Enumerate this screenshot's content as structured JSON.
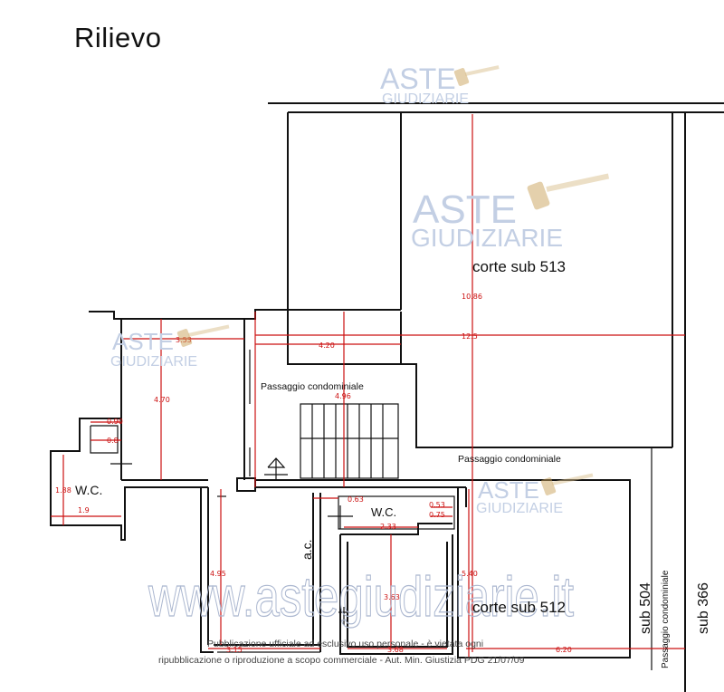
{
  "title": "Rilievo",
  "watermark": {
    "line1": "ASTE",
    "line2": "GIUDIZIARIE",
    "site": "www.astegiudiziarie.it"
  },
  "labels": {
    "corte_513": "corte  sub 513",
    "corte_512": "corte  sub 512",
    "passaggio_1": "Passaggio condominiale",
    "passaggio_2": "Passaggio condominiale",
    "passaggio_vertical": "Passaggio condominiale",
    "wc_left": "W.C.",
    "wc_center": "W.C.",
    "ac": "a.c.",
    "sub_504": "sub 504",
    "sub_366": "sub 366"
  },
  "dimensions": {
    "d1086": "10.86",
    "d125": "12.5",
    "d420": "4.20",
    "d353": "3.53",
    "d470": "4.70",
    "d496": "4.96",
    "d090": "0.90",
    "d08": "0.8",
    "d188": "1.88",
    "d19": "1.9",
    "d063": "0.63",
    "d053": "0.53",
    "d075": "0.75",
    "d233": "2.33",
    "d495": "4.95",
    "d363": "3.63",
    "d540": "5.40",
    "d315": "3.15",
    "d368": "3.68",
    "d620": "6.20"
  },
  "notice": {
    "line1": "Pubblicazione ufficiale ad esclusivo uso personale - è vietata ogni",
    "line2": "ripubblicazione o riproduzione a scopo commerciale - Aut. Min. Giustizia PDG 21/07/09"
  },
  "colors": {
    "wall": "#111111",
    "dimension": "#cc1111",
    "watermark": "#c3cfe4"
  }
}
